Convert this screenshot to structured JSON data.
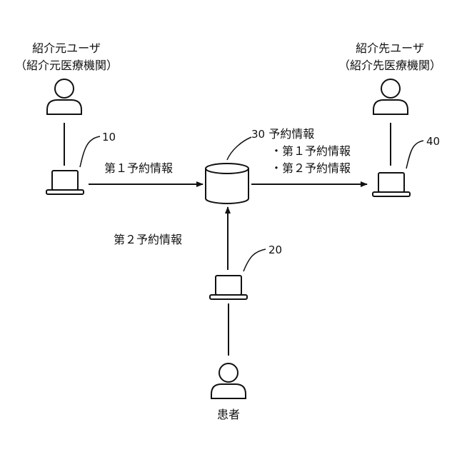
{
  "referrer": {
    "title": "紹介元ユーザ",
    "subtitle": "（紹介元医療機関）",
    "terminal_ref": "10"
  },
  "referee": {
    "title": "紹介先ユーザ",
    "subtitle": "（紹介先医療機関）",
    "terminal_ref": "40"
  },
  "patient": {
    "title": "患者",
    "terminal_ref": "20"
  },
  "server": {
    "ref": "30",
    "label": "予約情報",
    "items": [
      "・第１予約情報",
      "・第２予約情報"
    ]
  },
  "flows": {
    "first": "第１予約情報",
    "second": "第２予約情報"
  }
}
